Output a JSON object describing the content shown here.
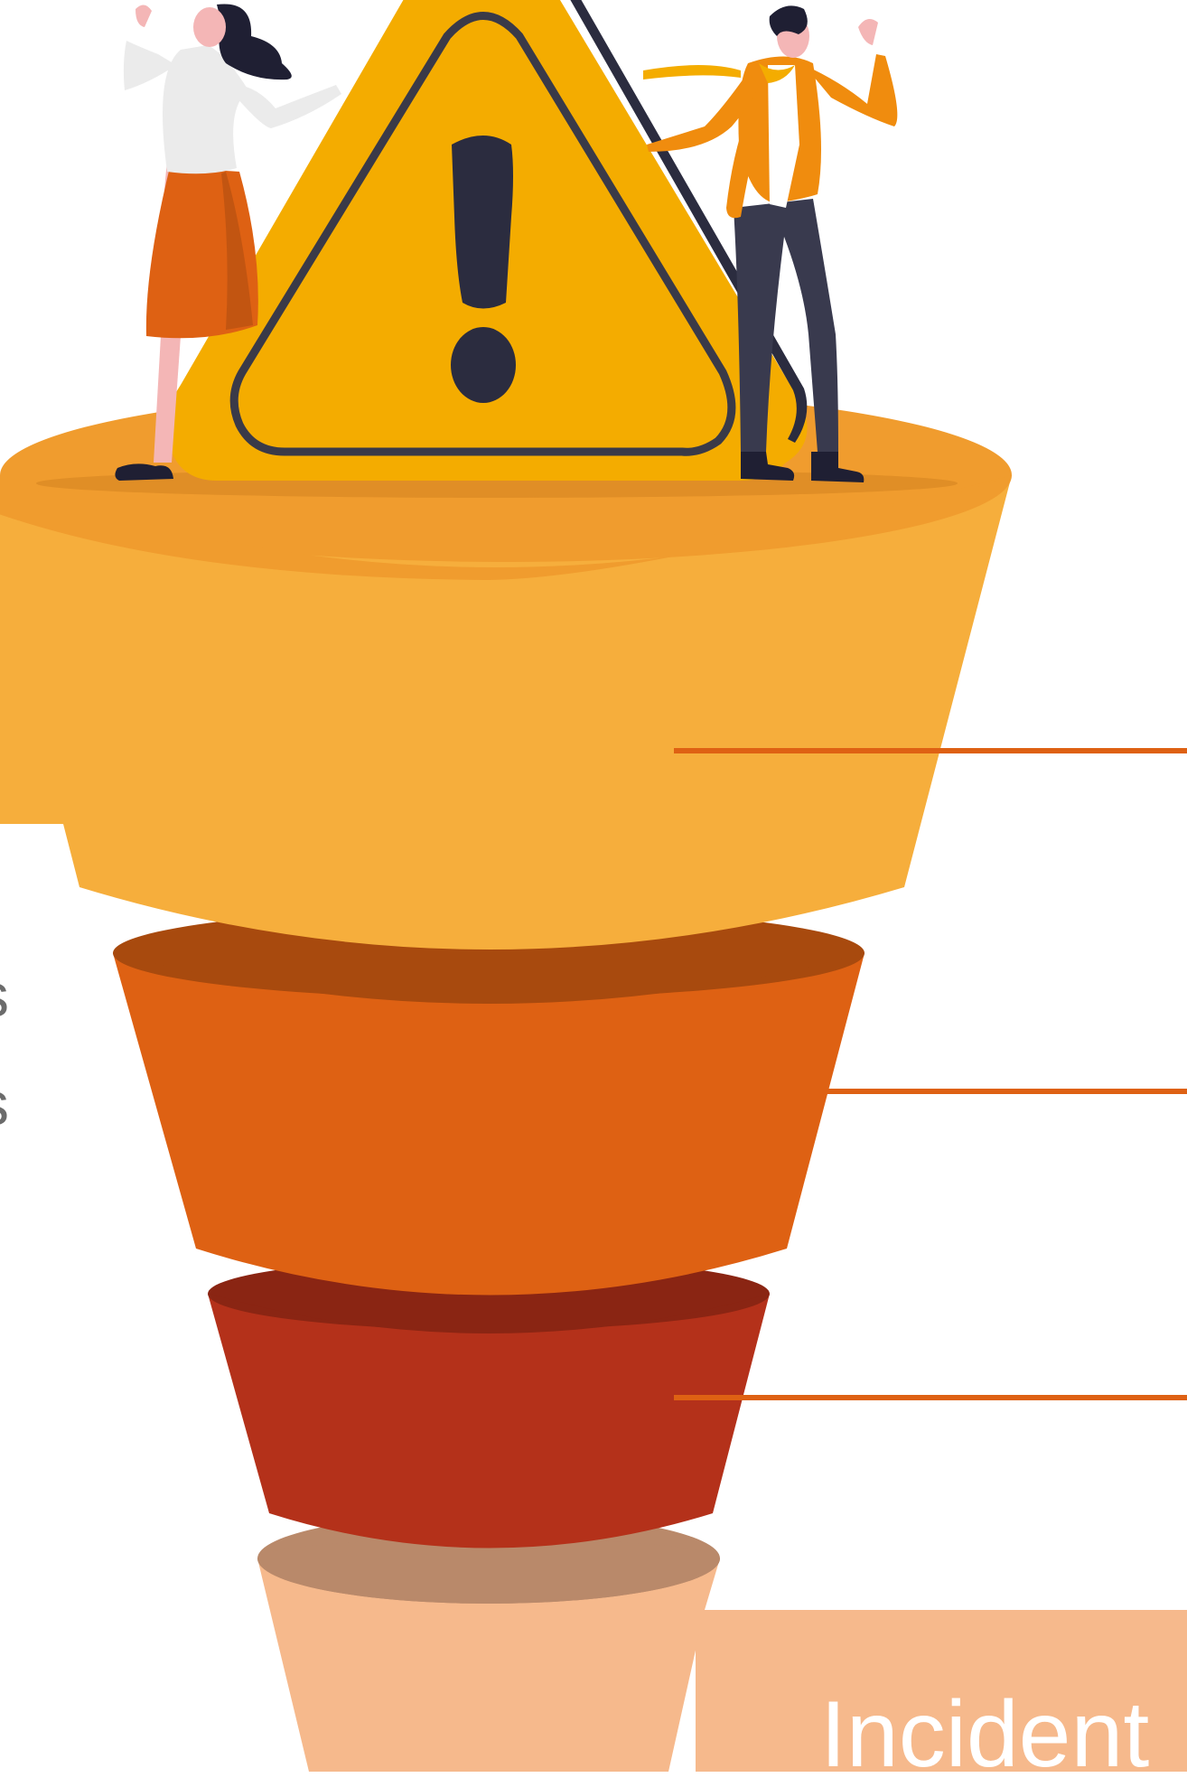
{
  "diagram": {
    "type": "funnel",
    "levels": 4,
    "colors": {
      "level_1": "#F6AE3C",
      "level_1_rim": "#F09C2E",
      "level_2": "#DE6113",
      "level_2_rim": "#A84A0E",
      "level_3": "#B4311A",
      "level_3_rim": "#8A2513",
      "level_4": "#F6B98C",
      "level_4_rim": "#B9896A",
      "connector": "#DE6113",
      "warning_sign": "#F4AC00",
      "warning_mark": "#2B2C3F"
    },
    "bottom_label": "Incident",
    "edge_text": [
      "s",
      "s"
    ]
  },
  "illustration": {
    "warning_icon": "warning-triangle-icon",
    "figures": [
      "person-woman",
      "person-man"
    ]
  }
}
